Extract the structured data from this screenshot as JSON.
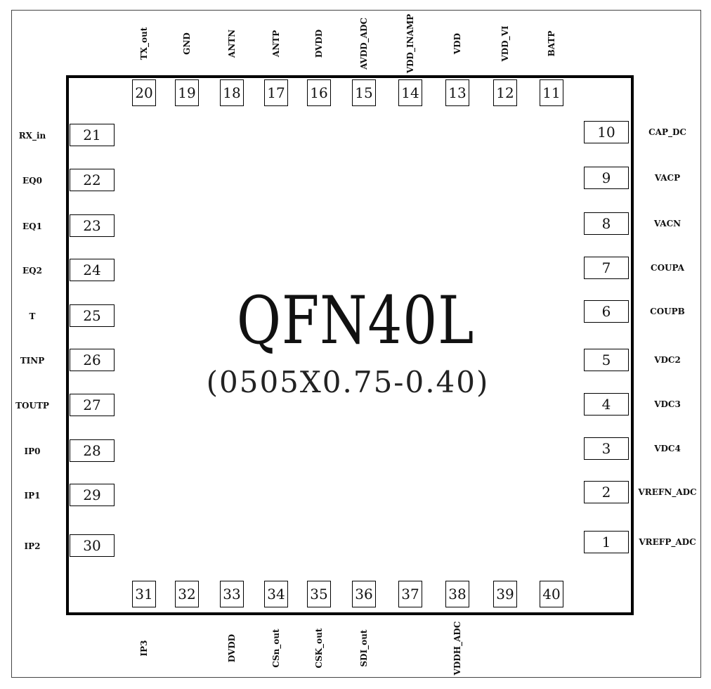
{
  "package": {
    "name": "QFN40L",
    "spec": "(0505X0.75-0.40)"
  },
  "pins": {
    "right": [
      {
        "num": "10",
        "label": "CAP_DC"
      },
      {
        "num": "9",
        "label": "VACP"
      },
      {
        "num": "8",
        "label": "VACN"
      },
      {
        "num": "7",
        "label": "COUPA"
      },
      {
        "num": "6",
        "label": "COUPB"
      },
      {
        "num": "5",
        "label": "VDC2"
      },
      {
        "num": "4",
        "label": "VDC3"
      },
      {
        "num": "3",
        "label": "VDC4"
      },
      {
        "num": "2",
        "label": "VREFN_ADC"
      },
      {
        "num": "1",
        "label": "VREFP_ADC"
      }
    ],
    "top": [
      {
        "num": "20",
        "label": "TX_out"
      },
      {
        "num": "19",
        "label": "GND"
      },
      {
        "num": "18",
        "label": "ANTN"
      },
      {
        "num": "17",
        "label": "ANTP"
      },
      {
        "num": "16",
        "label": "DVDD"
      },
      {
        "num": "15",
        "label": "AVDD_ADC"
      },
      {
        "num": "14",
        "label": "VDD_INAMP"
      },
      {
        "num": "13",
        "label": "VDD"
      },
      {
        "num": "12",
        "label": "VDD_VI"
      },
      {
        "num": "11",
        "label": "BATP"
      }
    ],
    "left": [
      {
        "num": "21",
        "label": "RX_in"
      },
      {
        "num": "22",
        "label": "EQ0"
      },
      {
        "num": "23",
        "label": "EQ1"
      },
      {
        "num": "24",
        "label": "EQ2"
      },
      {
        "num": "25",
        "label": "T"
      },
      {
        "num": "26",
        "label": "TINP"
      },
      {
        "num": "27",
        "label": "TOUTP"
      },
      {
        "num": "28",
        "label": "IP0"
      },
      {
        "num": "29",
        "label": "IP1"
      },
      {
        "num": "30",
        "label": "IP2"
      }
    ],
    "bottom": [
      {
        "num": "31",
        "label": "IP3"
      },
      {
        "num": "32",
        "label": ""
      },
      {
        "num": "33",
        "label": "DVDD"
      },
      {
        "num": "34",
        "label": "CSn_out"
      },
      {
        "num": "35",
        "label": "CSK_out"
      },
      {
        "num": "36",
        "label": "SDI_out"
      },
      {
        "num": "37",
        "label": ""
      },
      {
        "num": "38",
        "label": "VDDH_ADC"
      },
      {
        "num": "39",
        "label": ""
      },
      {
        "num": "40",
        "label": ""
      }
    ]
  }
}
